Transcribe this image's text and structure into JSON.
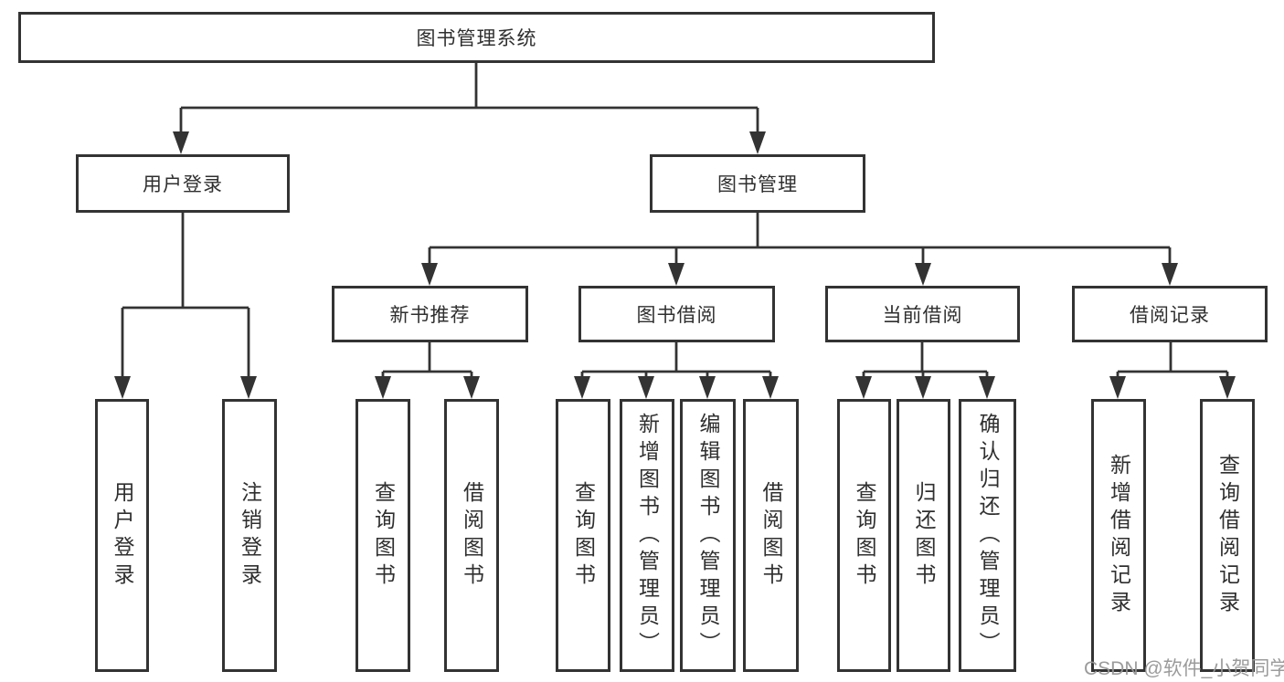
{
  "nodes": {
    "root": {
      "label": "图书管理系统"
    },
    "branches": [
      {
        "label": "用户登录"
      },
      {
        "label": "图书管理"
      }
    ],
    "modules": [
      {
        "label": "新书推荐",
        "parent": "图书管理"
      },
      {
        "label": "图书借阅",
        "parent": "图书管理"
      },
      {
        "label": "当前借阅",
        "parent": "图书管理"
      },
      {
        "label": "借阅记录",
        "parent": "图书管理"
      }
    ],
    "leaves": [
      {
        "label": "用户登录",
        "parent": "用户登录"
      },
      {
        "label": "注销登录",
        "parent": "用户登录"
      },
      {
        "label": "查询图书",
        "parent": "新书推荐"
      },
      {
        "label": "借阅图书",
        "parent": "新书推荐"
      },
      {
        "label": "查询图书",
        "parent": "图书借阅"
      },
      {
        "label": "新增图书（管理员）",
        "parent": "图书借阅"
      },
      {
        "label": "编辑图书（管理员）",
        "parent": "图书借阅"
      },
      {
        "label": "借阅图书",
        "parent": "图书借阅"
      },
      {
        "label": "查询图书",
        "parent": "当前借阅"
      },
      {
        "label": "归还图书",
        "parent": "当前借阅"
      },
      {
        "label": "确认归还（管理员）",
        "parent": "当前借阅"
      },
      {
        "label": "新增借阅记录",
        "parent": "借阅记录"
      },
      {
        "label": "查询借阅记录",
        "parent": "借阅记录"
      }
    ]
  },
  "watermark": {
    "text": "CSDN @软件_小贺同学"
  },
  "colors": {
    "line": "#333333",
    "text": "#2f2f2f",
    "watermark": "#969696",
    "background": "#ffffff"
  }
}
